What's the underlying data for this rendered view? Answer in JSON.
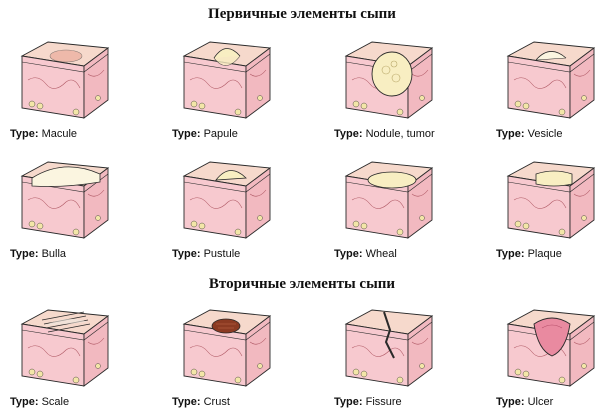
{
  "primary": {
    "title": "Первичные элементы сыпи",
    "items": [
      {
        "type_prefix": "Type:",
        "name": "Macule",
        "icon": "macule-icon"
      },
      {
        "type_prefix": "Type:",
        "name": "Papule",
        "icon": "papule-icon"
      },
      {
        "type_prefix": "Type:",
        "name": "Nodule, tumor",
        "icon": "nodule-icon"
      },
      {
        "type_prefix": "Type:",
        "name": "Vesicle",
        "icon": "vesicle-icon"
      },
      {
        "type_prefix": "Type:",
        "name": "Bulla",
        "icon": "bulla-icon"
      },
      {
        "type_prefix": "Type:",
        "name": "Pustule",
        "icon": "pustule-icon"
      },
      {
        "type_prefix": "Type:",
        "name": "Wheal",
        "icon": "wheal-icon"
      },
      {
        "type_prefix": "Type:",
        "name": "Plaque",
        "icon": "plaque-icon"
      }
    ]
  },
  "secondary": {
    "title": "Вторичные элементы сыпи",
    "items": [
      {
        "type_prefix": "Type:",
        "name": "Scale",
        "icon": "scale-icon"
      },
      {
        "type_prefix": "Type:",
        "name": "Crust",
        "icon": "crust-icon"
      },
      {
        "type_prefix": "Type:",
        "name": "Fissure",
        "icon": "fissure-icon"
      },
      {
        "type_prefix": "Type:",
        "name": "Ulcer",
        "icon": "ulcer-icon"
      }
    ]
  },
  "colors": {
    "skin_top": "#f6d9cc",
    "skin_side": "#f2b9c0",
    "skin_front": "#f7c9cf",
    "outline": "#2a2a2a",
    "fat": "#f3e6a8",
    "lesion": "#f8eec2",
    "crust": "#8b3a22",
    "ulcer": "#e98aa0"
  }
}
